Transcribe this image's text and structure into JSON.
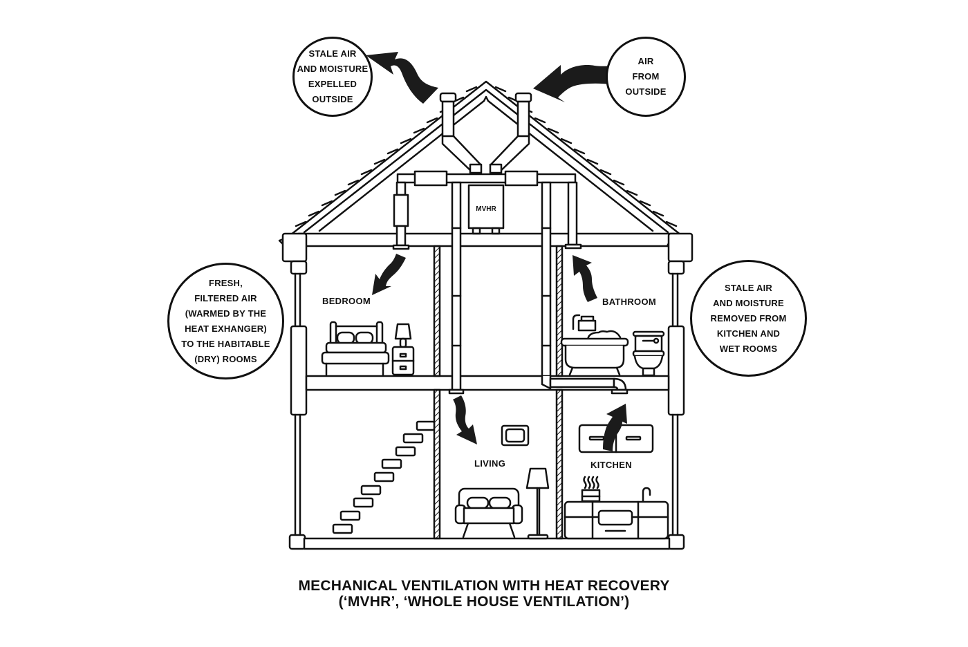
{
  "callouts": {
    "stale_expelled": [
      "STALE AIR",
      "AND MOISTURE",
      "EXPELLED",
      "OUTSIDE"
    ],
    "air_outside": [
      "AIR",
      "FROM",
      "OUTSIDE"
    ],
    "fresh_filtered": [
      "FRESH,",
      "FILTERED AIR",
      "(WARMED BY THE",
      "HEAT EXHANGER)",
      "TO THE HABITABLE",
      "(DRY) ROOMS"
    ],
    "stale_removed": [
      "STALE AIR",
      "AND MOISTURE",
      "REMOVED FROM",
      "KITCHEN AND",
      "WET ROOMS"
    ]
  },
  "rooms": {
    "bedroom": "BEDROOM",
    "bathroom": "BATHROOM",
    "living": "LIVING",
    "kitchen": "KITCHEN"
  },
  "unit_label": "MVHR",
  "caption": {
    "line1": "MECHANICAL VENTILATION WITH HEAT RECOVERY",
    "line2": "(‘MVHR’, ‘WHOLE HOUSE VENTILATION’)"
  }
}
